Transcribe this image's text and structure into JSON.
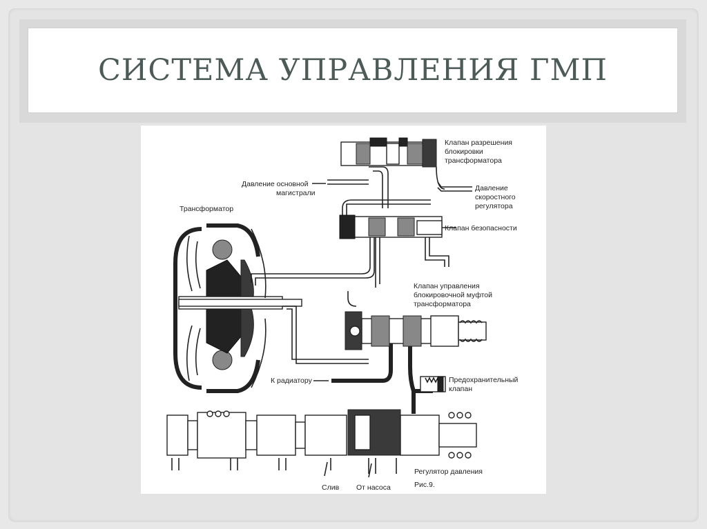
{
  "slide": {
    "title": "СИСТЕМА УПРАВЛЕНИЯ ГМП"
  },
  "diagram": {
    "labels": {
      "klapan_razresheniya": [
        "Клапан разрешения",
        "блокировки",
        "трансформатора"
      ],
      "davlenie_osnovnoy": [
        "Давление основной",
        "магистрали"
      ],
      "davlenie_skorostnogo": [
        "Давление",
        "скоростного",
        "регулятора"
      ],
      "transformator": "Трансформатор",
      "klapan_bezopasnosti": "Клапан безопасности",
      "klapan_upravleniya": [
        "Клапан управления",
        "блокировочной муфтой",
        "трансформатора"
      ],
      "k_radiatoru": "К радиатору",
      "predokhranitelny": [
        "Предохранительный",
        "клапан"
      ],
      "regulyator_davleniya": "Регулятор давления",
      "sliv": "Слив",
      "ot_nasosa": "От насоса",
      "ris": "Рис.9."
    }
  }
}
